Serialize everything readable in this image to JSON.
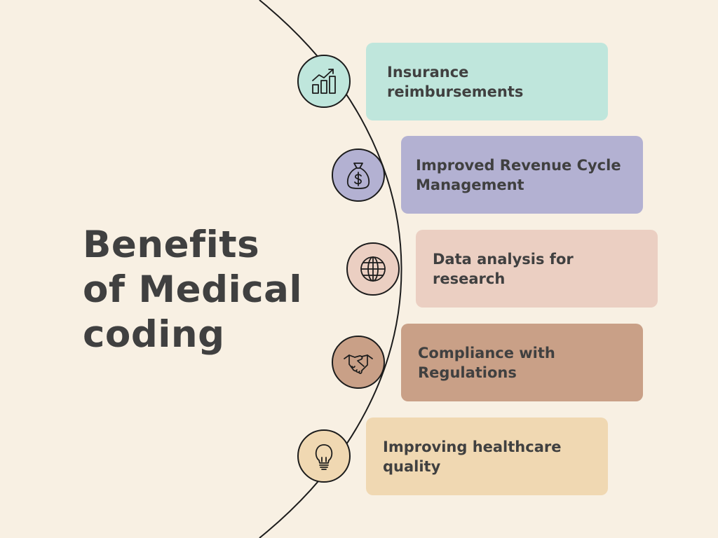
{
  "title": {
    "line1": "Benefits",
    "line2": "of Medical",
    "line3": "coding"
  },
  "items": [
    {
      "label": "Insurance reimbursements",
      "icon": "growth-chart-icon",
      "color": "#bfe6dc"
    },
    {
      "label": "Improved Revenue Cycle Management",
      "icon": "money-bag-icon",
      "color": "#b3b1d2"
    },
    {
      "label": "Data analysis for research",
      "icon": "globe-icon",
      "color": "#ebcfc2"
    },
    {
      "label": "Compliance with Regulations",
      "icon": "handshake-icon",
      "color": "#c9a087"
    },
    {
      "label": "Improving healthcare quality",
      "icon": "lightbulb-icon",
      "color": "#f0d8b2"
    }
  ]
}
